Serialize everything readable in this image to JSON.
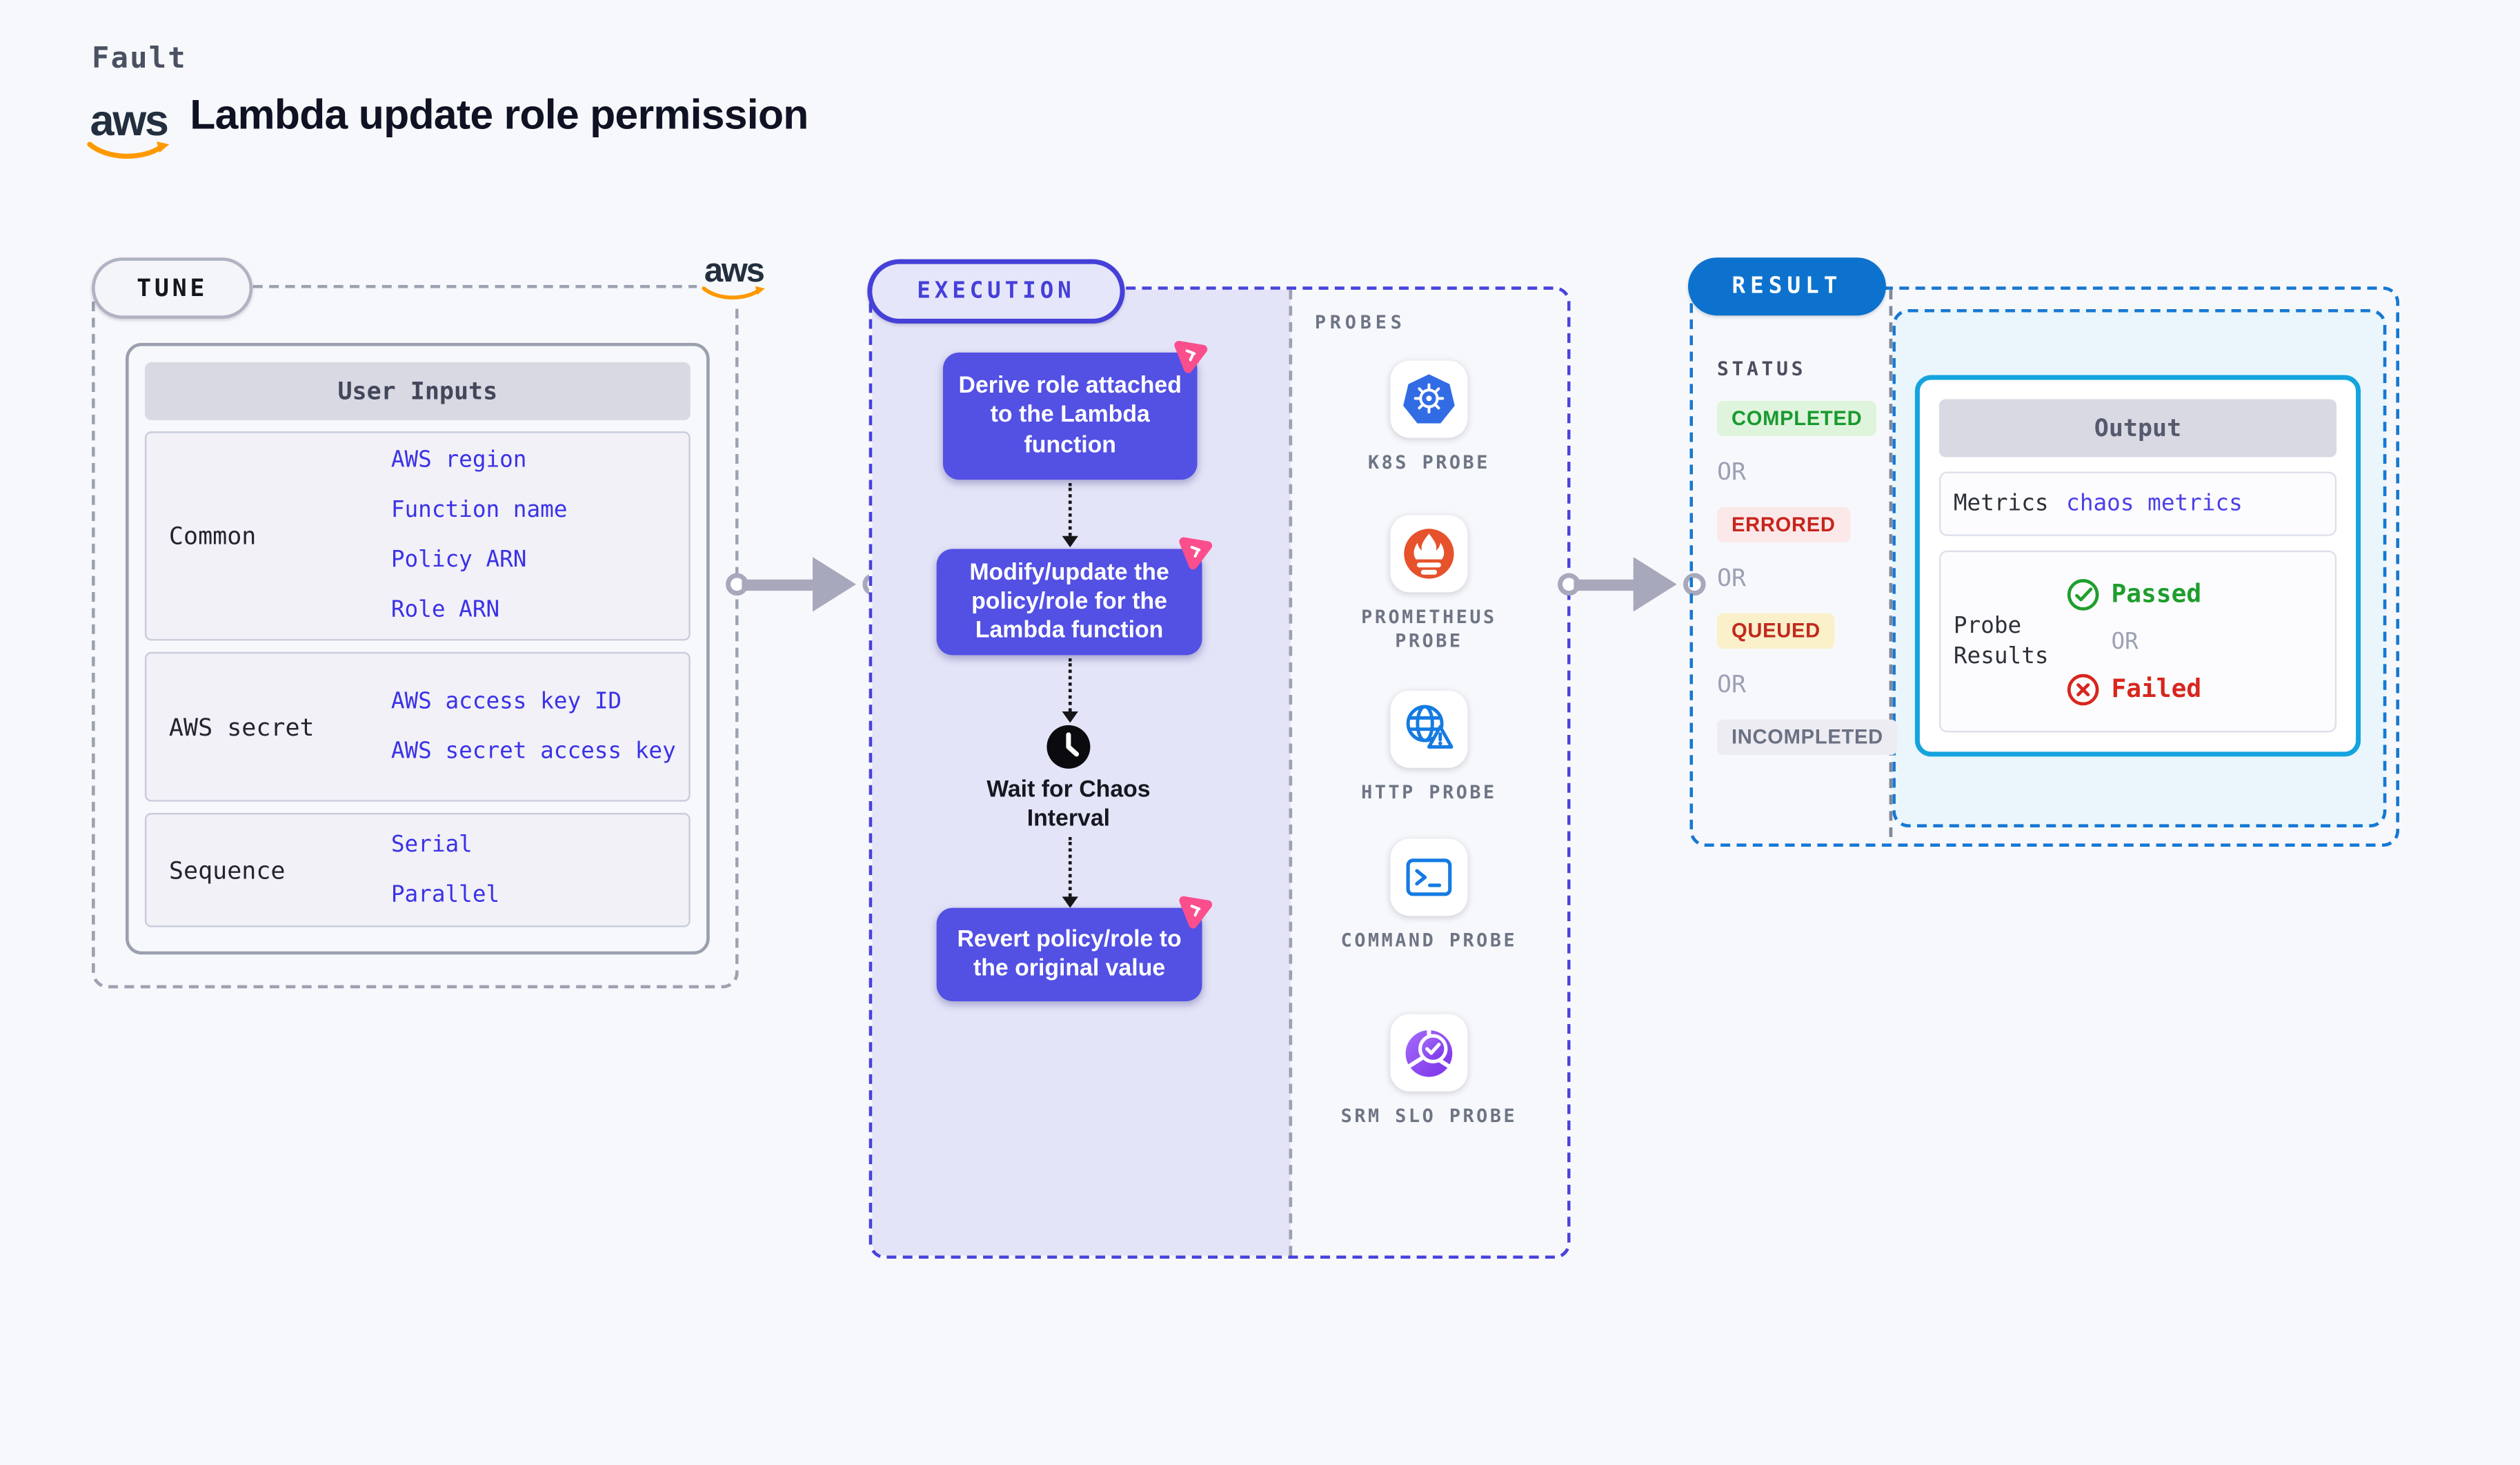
{
  "header": {
    "eyebrow": "Fault",
    "title": "Lambda update role permission",
    "aws_logo_text": "aws"
  },
  "tune": {
    "pill": "TUNE",
    "table": {
      "header": "User Inputs",
      "rows": [
        {
          "label": "Common",
          "links": [
            "AWS region",
            "Function name",
            "Policy ARN",
            "Role ARN"
          ]
        },
        {
          "label": "AWS secret",
          "links": [
            "AWS access key ID",
            "AWS secret access key"
          ]
        },
        {
          "label": "Sequence",
          "links": [
            "Serial",
            "Parallel"
          ]
        }
      ]
    }
  },
  "execution": {
    "pill": "EXECUTION",
    "step1": "Derive role attached to the Lambda function",
    "step2": "Modify/update the policy/role for the Lambda function",
    "wait": "Wait for Chaos Interval",
    "step3": "Revert policy/role to the original value"
  },
  "probes": {
    "title": "PROBES",
    "items": [
      {
        "label": "K8S PROBE"
      },
      {
        "label": "PROMETHEUS PROBE"
      },
      {
        "label": "HTTP PROBE"
      },
      {
        "label": "COMMAND PROBE"
      },
      {
        "label": "SRM SLO PROBE"
      }
    ]
  },
  "result": {
    "pill": "RESULT",
    "status": {
      "title": "STATUS",
      "completed": "COMPLETED",
      "or1": "OR",
      "errored": "ERRORED",
      "or2": "OR",
      "queued": "QUEUED",
      "or3": "OR",
      "incompleted": "INCOMPLETED"
    },
    "output": {
      "header": "Output",
      "metrics_label": "Metrics",
      "metrics_value": "chaos metrics",
      "probe_results_label": "Probe Results",
      "passed": "Passed",
      "or": "OR",
      "failed": "Failed"
    }
  },
  "colors": {
    "accent_purple": "#5350E4",
    "accent_indigo": "#4540D8",
    "accent_blue": "#0C72CE",
    "cyan_border": "#14A4DE",
    "link_blue": "#3B32E6",
    "passed_green": "#1F9E2D",
    "failed_red": "#D7261E",
    "aws_orange": "#FF9900",
    "chaos_pink": "#FB4E8C"
  }
}
